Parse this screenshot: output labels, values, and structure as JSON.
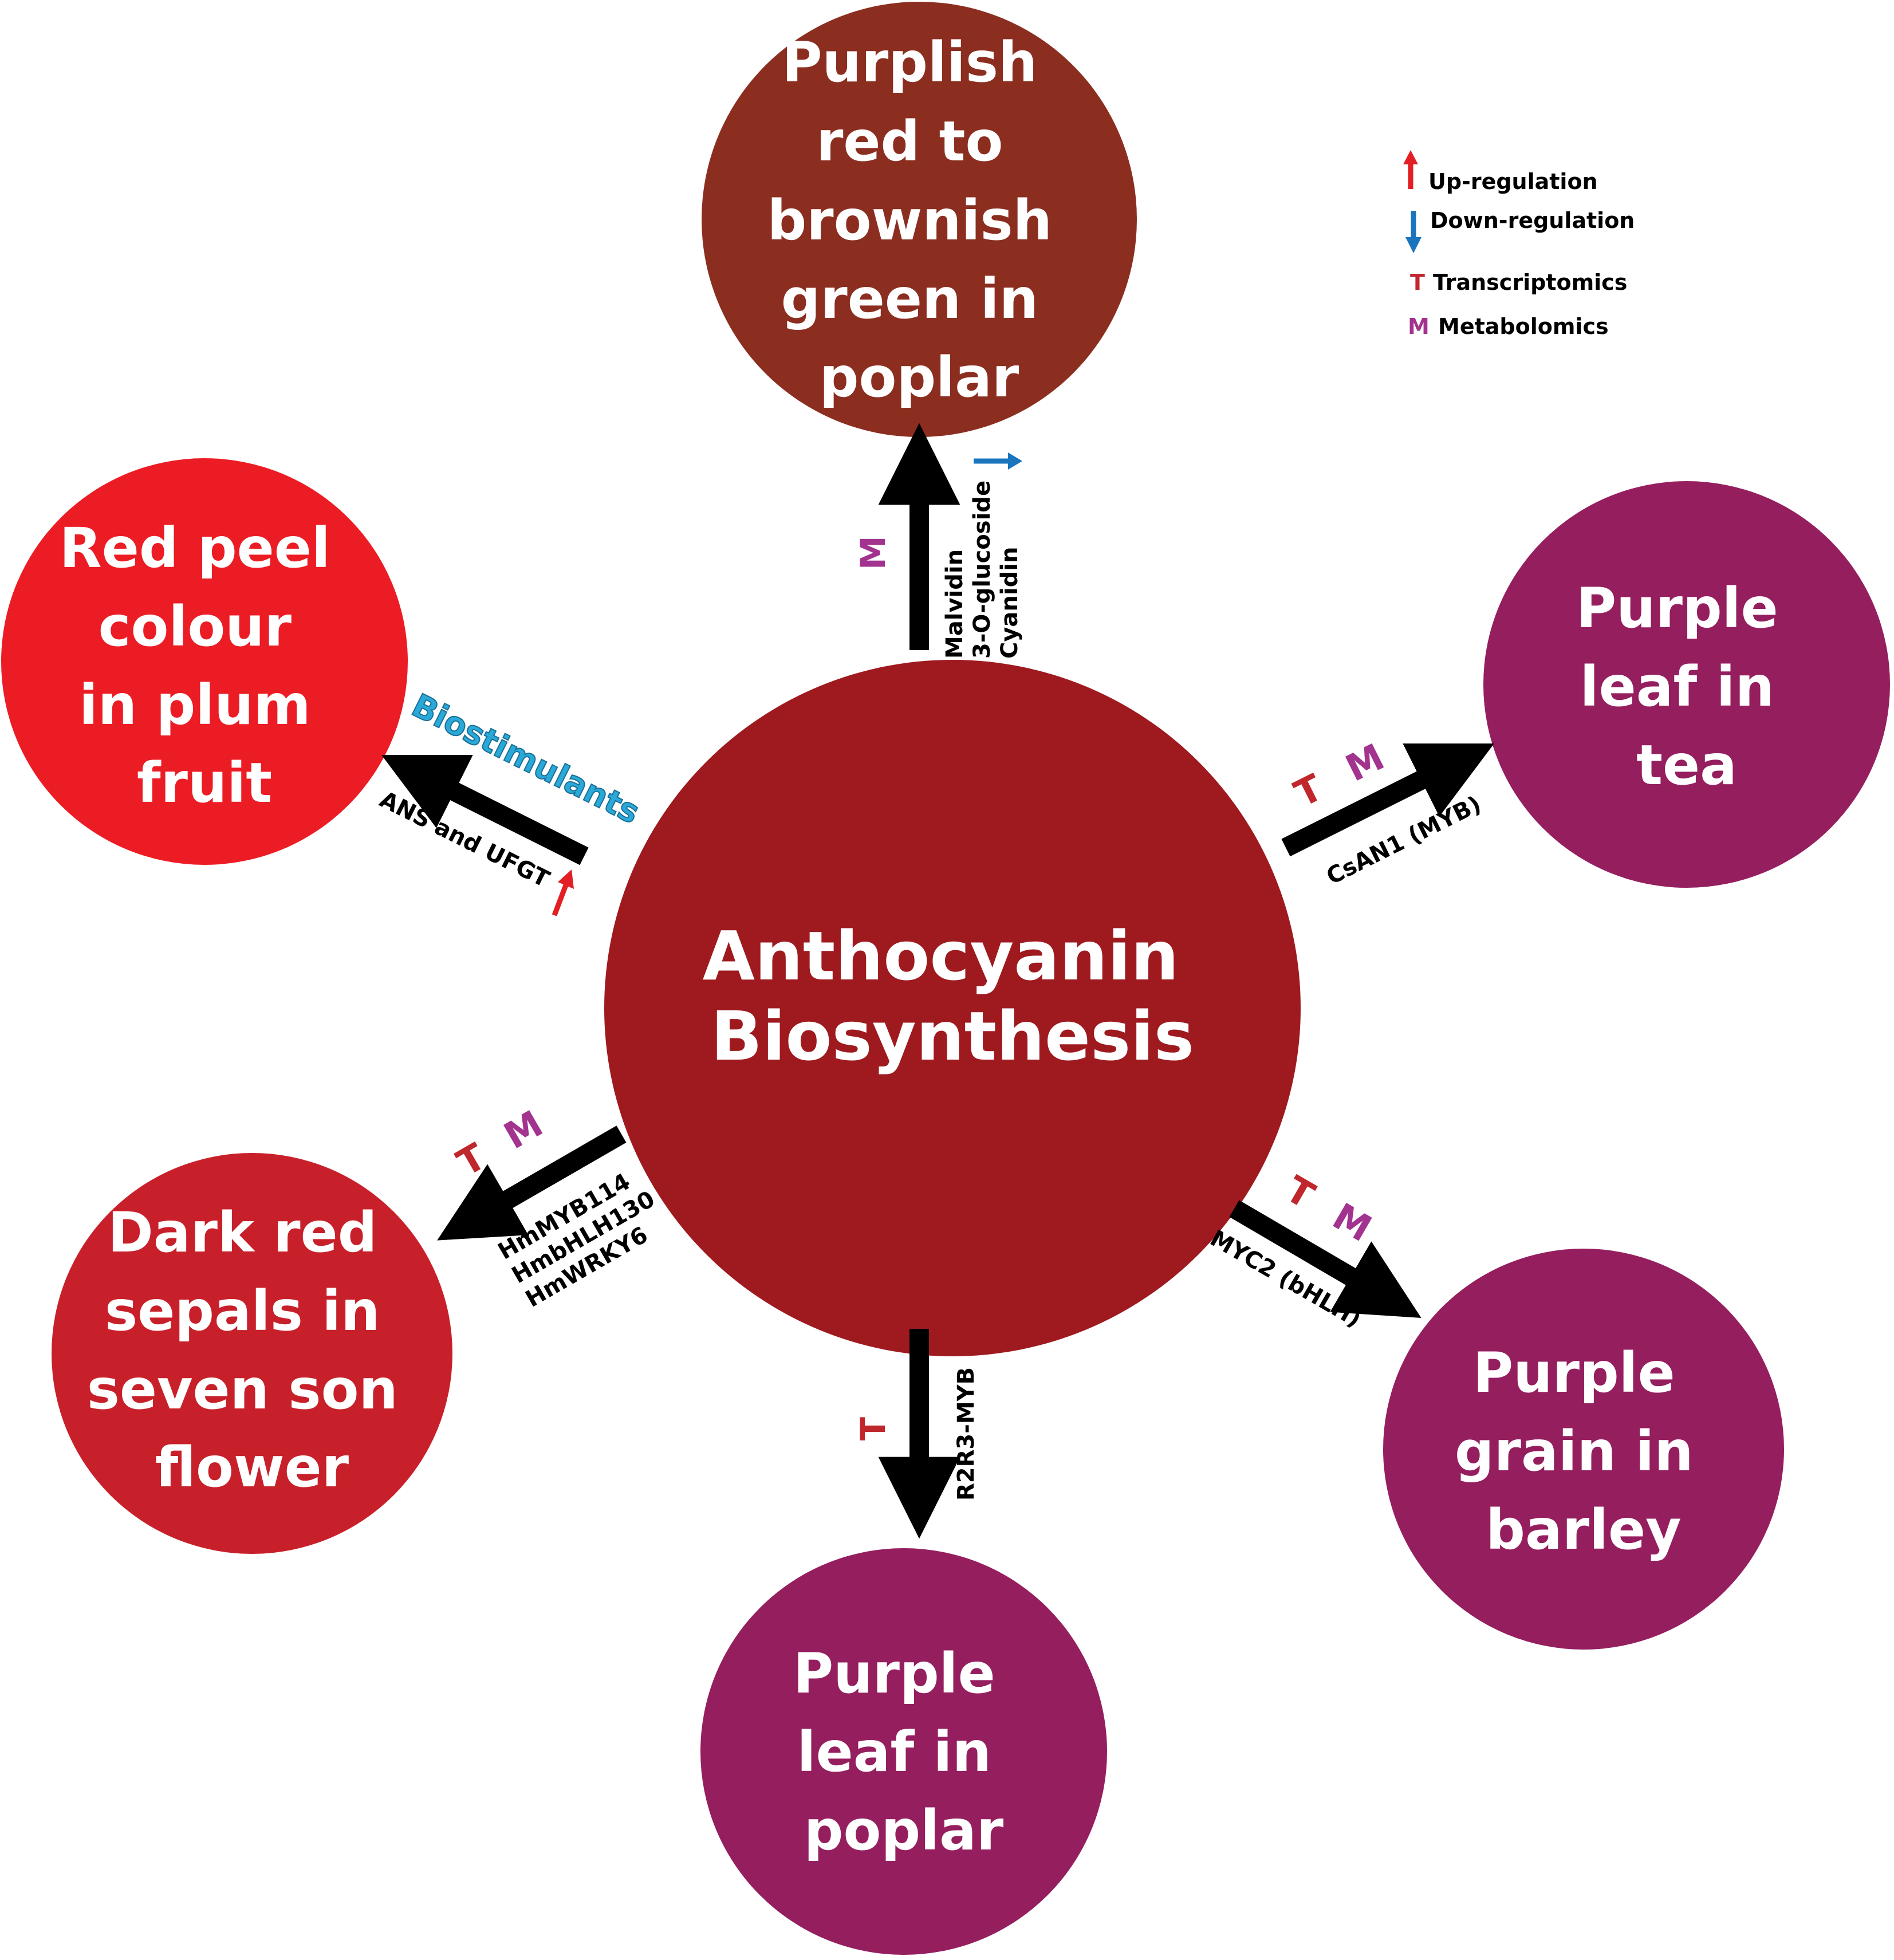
{
  "center": {
    "lines": [
      "Anthocyanin",
      "Biosynthesis"
    ],
    "color": "#9e1a1f"
  },
  "nodes": {
    "top": {
      "lines": [
        "Purplish",
        "red to",
        "brownish",
        "green in",
        "poplar"
      ],
      "color": "#8b2e20"
    },
    "upper_left": {
      "lines": [
        "Red peel",
        "colour",
        "in plum",
        "fruit"
      ],
      "color": "#ec1c24"
    },
    "upper_right": {
      "lines": [
        "Purple",
        "leaf in",
        "tea"
      ],
      "color": "#951e5f"
    },
    "lower_left": {
      "lines": [
        "Dark red",
        "sepals in",
        "seven son",
        "flower"
      ],
      "color": "#c8202a"
    },
    "lower_right": {
      "lines": [
        "Purple",
        "grain in",
        "barley"
      ],
      "color": "#951e5f"
    },
    "bottom": {
      "lines": [
        "Purple",
        "leaf in",
        "poplar"
      ],
      "color": "#951e5f"
    }
  },
  "edges": {
    "top": {
      "labels": [
        "Malvidin",
        "3-O-glucoside",
        "Cyanidin"
      ],
      "tags": [
        "M"
      ],
      "regulation": "down"
    },
    "upper_left": {
      "labels": [
        "ANS and UFGT"
      ],
      "treatment": "Biostimulants",
      "regulation": "up"
    },
    "upper_right": {
      "labels": [
        "CsAN1 (MYB)"
      ],
      "tags": [
        "T",
        "M"
      ]
    },
    "lower_left": {
      "labels": [
        "HmMYB114",
        "HmbHLH130",
        "HmWRKY6"
      ],
      "tags": [
        "T",
        "M"
      ]
    },
    "lower_right": {
      "labels": [
        "MYC2 (bHLH)"
      ],
      "tags": [
        "T",
        "M"
      ]
    },
    "bottom": {
      "labels": [
        "R2R3-MYB"
      ],
      "tags": [
        "T"
      ]
    }
  },
  "legend": {
    "up": "Up-regulation",
    "down": "Down-regulation",
    "t_symbol": "T",
    "t_label": "Transcriptomics",
    "m_symbol": "M",
    "m_label": "Metabolomics"
  },
  "colors": {
    "up_arrow": "#e31e24",
    "down_arrow": "#1b75bc",
    "transcriptomics": "#c0272d",
    "metabolomics": "#a2338f",
    "biostimulants": "#29a9d8"
  }
}
